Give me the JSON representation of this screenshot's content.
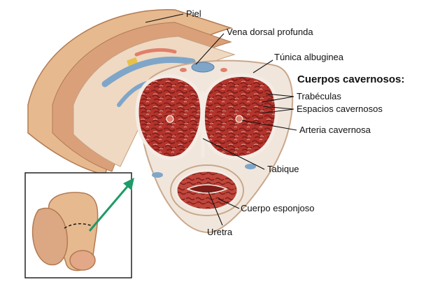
{
  "diagram": {
    "labels": {
      "piel": "Piel",
      "vena_dorsal": "Vena dorsal profunda",
      "tunica": "Túnica albuginea",
      "cuerpos_cavernosos": "Cuerpos cavernosos:",
      "trabeculas": "Trabéculas",
      "espacios": "Espacios cavernosos",
      "arteria": "Arteria cavernosa",
      "tabique": "Tabique",
      "cuerpo_esponjoso": "Cuerpo esponjoso",
      "uretra": "Uretra"
    },
    "colors": {
      "skin": "#e6b98f",
      "skin_dark": "#c98a5e",
      "tissue": "#b3342c",
      "tissue_dark": "#7e1e1a",
      "tunica": "#f1e6dc",
      "vein": "#7fa6c9",
      "artery": "#e07f6a",
      "arrow": "#1f9a68"
    }
  }
}
